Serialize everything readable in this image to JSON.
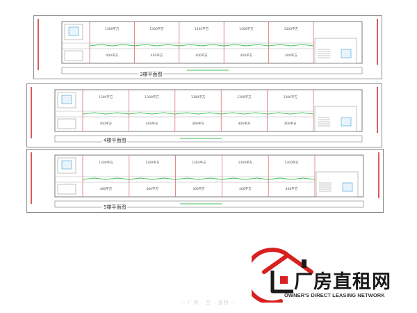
{
  "floors": [
    {
      "title": "3楼平面图",
      "rooms": [
        "1300平方",
        "1300平方",
        "1300平方",
        "1300平方",
        "1300平方"
      ],
      "areas": [
        "400平方",
        "400平方",
        "400平方",
        "400平方",
        "400平方"
      ]
    },
    {
      "title": "4楼平面图",
      "rooms": [
        "1300平方",
        "1300平方",
        "1300平方",
        "1300平方",
        "1300平方"
      ],
      "areas": [
        "400平方",
        "400平方",
        "400平方",
        "400平方",
        "400平方"
      ]
    },
    {
      "title": "5楼平面图",
      "rooms": [
        "1300平方",
        "1300平方",
        "1300平方",
        "1300平方",
        "1300平方"
      ],
      "areas": [
        "400平方",
        "400平方",
        "400平方",
        "400平方",
        "400平方"
      ]
    }
  ],
  "watermark": {
    "name_cn": "厂房直租网",
    "name_en": "OWNER'S DIRECT LEASING NETWORK",
    "footer": "— 厂房 · 空 · 直租 —"
  },
  "colors": {
    "partition": "#d95b5b",
    "corridor": "#3cbf5a",
    "lift": "#3aa0d8",
    "outline": "#7a7a7a",
    "logo_red": "#d8201f"
  }
}
